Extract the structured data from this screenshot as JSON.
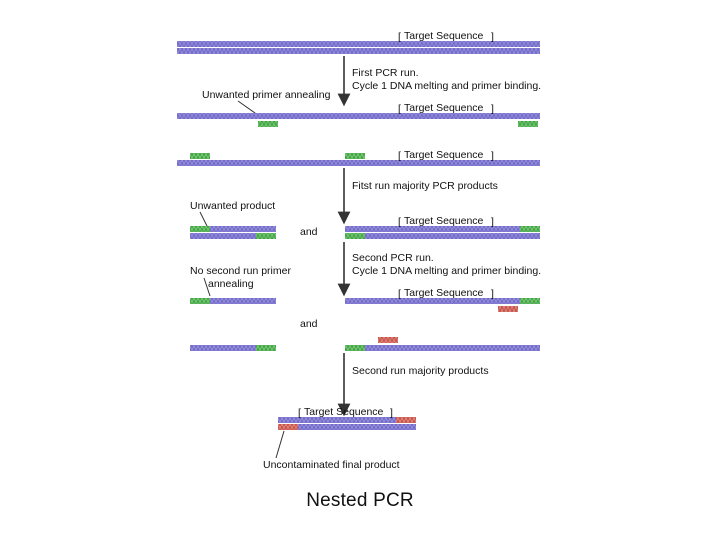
{
  "labels": {
    "target_sequence": "Target Sequence",
    "step1_line1": "First PCR run.",
    "step1_line2": "Cycle 1 DNA melting and primer binding.",
    "unwanted_annealing": "Unwanted primer annealing",
    "first_products": "Fitst run majority PCR products",
    "unwanted_product": "Unwanted product",
    "and": "and",
    "step2_line1": "Second PCR run.",
    "step2_line2": "Cycle 1 DNA melting and primer binding.",
    "no_second_annealing_1": "No second run primer",
    "no_second_annealing_2": "annealing",
    "second_products": "Second run majority products",
    "final_product": "Uncontaminated final product"
  },
  "caption": "Nested PCR",
  "colors": {
    "dna_strand": "#8f88d8",
    "dna_tick": "#6d64c4",
    "first_primer": "#6cc46c",
    "second_primer": "#e07c72",
    "arrow": "#333333"
  }
}
